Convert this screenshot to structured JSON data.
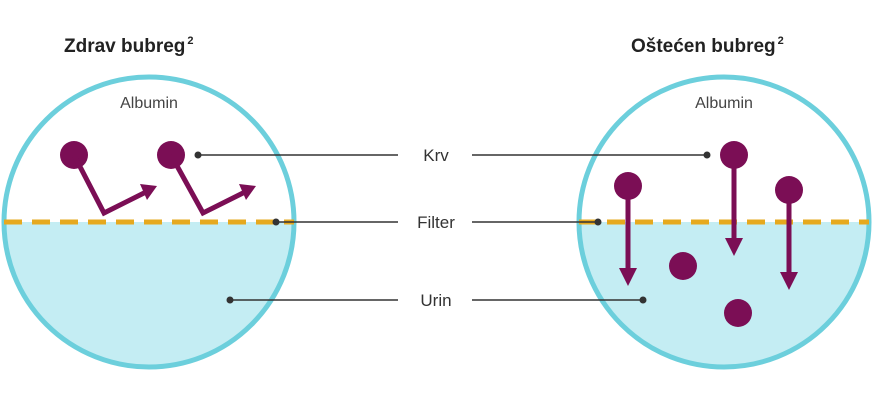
{
  "left": {
    "title": "Zdrav bubreg",
    "title_sup": "2",
    "inner_label": "Albumin"
  },
  "right": {
    "title": "Oštećen bubreg",
    "title_sup": "2",
    "inner_label": "Albumin"
  },
  "labels": {
    "blood": "Krv",
    "filter": "Filter",
    "urine": "Urin"
  },
  "colors": {
    "circle_outline": "#6ccfdc",
    "urine_fill": "#c4edf3",
    "filter_line": "#e6a91e",
    "albumin": "#7b0e55",
    "leader": "#333333"
  }
}
